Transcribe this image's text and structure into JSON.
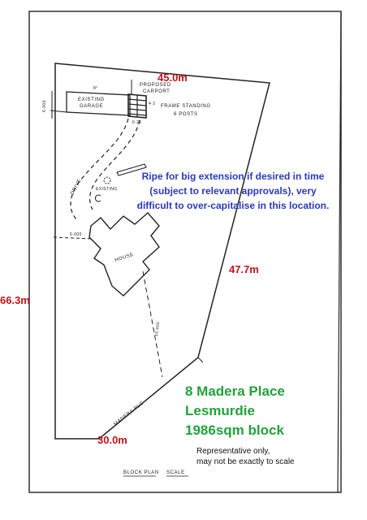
{
  "dimensions": {
    "top": "45.0m",
    "right": "47.7m",
    "left": "66.3m",
    "bottom": "30.0m"
  },
  "note": "Ripe for big extension if desired in time (subject to relevant approvals), very difficult to over-capitalise in this location.",
  "address": {
    "line1": "8 Madera Place",
    "line2": "Lesmurdie",
    "line3": "1986sqm block"
  },
  "disclaimer": {
    "line1": "Representative only,",
    "line2": "may not be exactly to scale"
  },
  "plan_labels": {
    "existing_garage_1": "EXISTING",
    "existing_garage_2": "GARAGE",
    "proposed_carport_1": "PROPOSED",
    "proposed_carport_2": "CARPORT",
    "carport_width": "4·2",
    "carport_depth": "6·21",
    "garage_width": "8°",
    "garage_depth": "6·000",
    "frame_standing": "FRAME STANDING",
    "posts": "6 POSTS",
    "drive": "DRIVE",
    "existing_tree": "EXISTING",
    "house": "HOUSE",
    "house_setback": "5·000",
    "front_setback": "15·000",
    "street": "MADERA PLC",
    "block_plan": "BLOCK PLAN",
    "scale": "SCALE"
  },
  "colors": {
    "dimension_text": "#c0141c",
    "note_text": "#2a3ab8",
    "address_text": "#23a23a",
    "line_work": "#222222"
  }
}
